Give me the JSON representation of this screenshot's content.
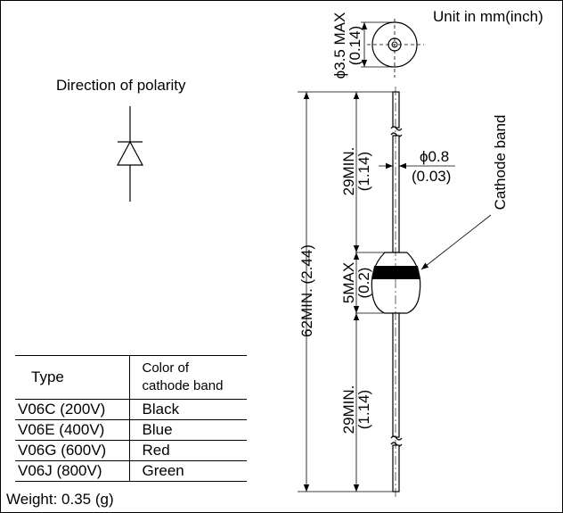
{
  "unit": "Unit in mm(inch)",
  "polarity": {
    "title": "Direction of polarity",
    "symbol_icon": "diode-symbol-icon"
  },
  "dimensions": {
    "body_diameter": "ϕ3.5 MAX",
    "body_diameter_inch": "(0.14)",
    "lead_diameter": "ϕ0.8",
    "lead_diameter_inch": "(0.03)",
    "overall_length": "62MIN. (2.44)",
    "upper_lead_length": "29MIN.",
    "upper_lead_length_inch": "(1.14)",
    "body_length": "5MAX",
    "body_length_inch": "(0.2)",
    "lower_lead_length": "29MIN.",
    "lower_lead_length_inch": "(1.14)",
    "cathode_band": "Cathode band"
  },
  "table": {
    "header_type": "Type",
    "header_color_line1": "Color of",
    "header_color_line2": "cathode band",
    "rows": [
      {
        "type": "V06C (200V)",
        "color": "Black"
      },
      {
        "type": "V06E (400V)",
        "color": "Blue"
      },
      {
        "type": "V06G (600V)",
        "color": "Red"
      },
      {
        "type": "V06J  (800V)",
        "color": "Green"
      }
    ]
  },
  "weight": "Weight: 0.35 (g)"
}
